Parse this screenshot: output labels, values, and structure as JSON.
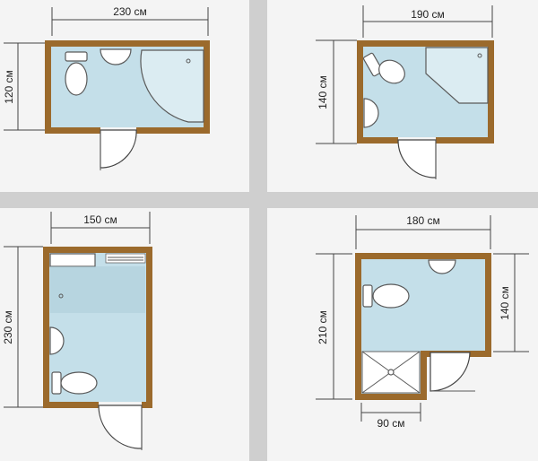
{
  "plans": [
    {
      "id": "plan-1",
      "width_label": "230 см",
      "height_label": "120 см"
    },
    {
      "id": "plan-2",
      "width_label": "190 см",
      "height_label": "140 см"
    },
    {
      "id": "plan-3",
      "width_label": "150 см",
      "height_label": "230 см"
    },
    {
      "id": "plan-4",
      "width_label": "180 см",
      "height_label": "210 см",
      "inner_height_label": "140 см",
      "shower_width_label": "90 см"
    }
  ],
  "colors": {
    "wall": "#9b6a2c",
    "floor": "#c4dfe9",
    "background": "#f4f4f4"
  }
}
